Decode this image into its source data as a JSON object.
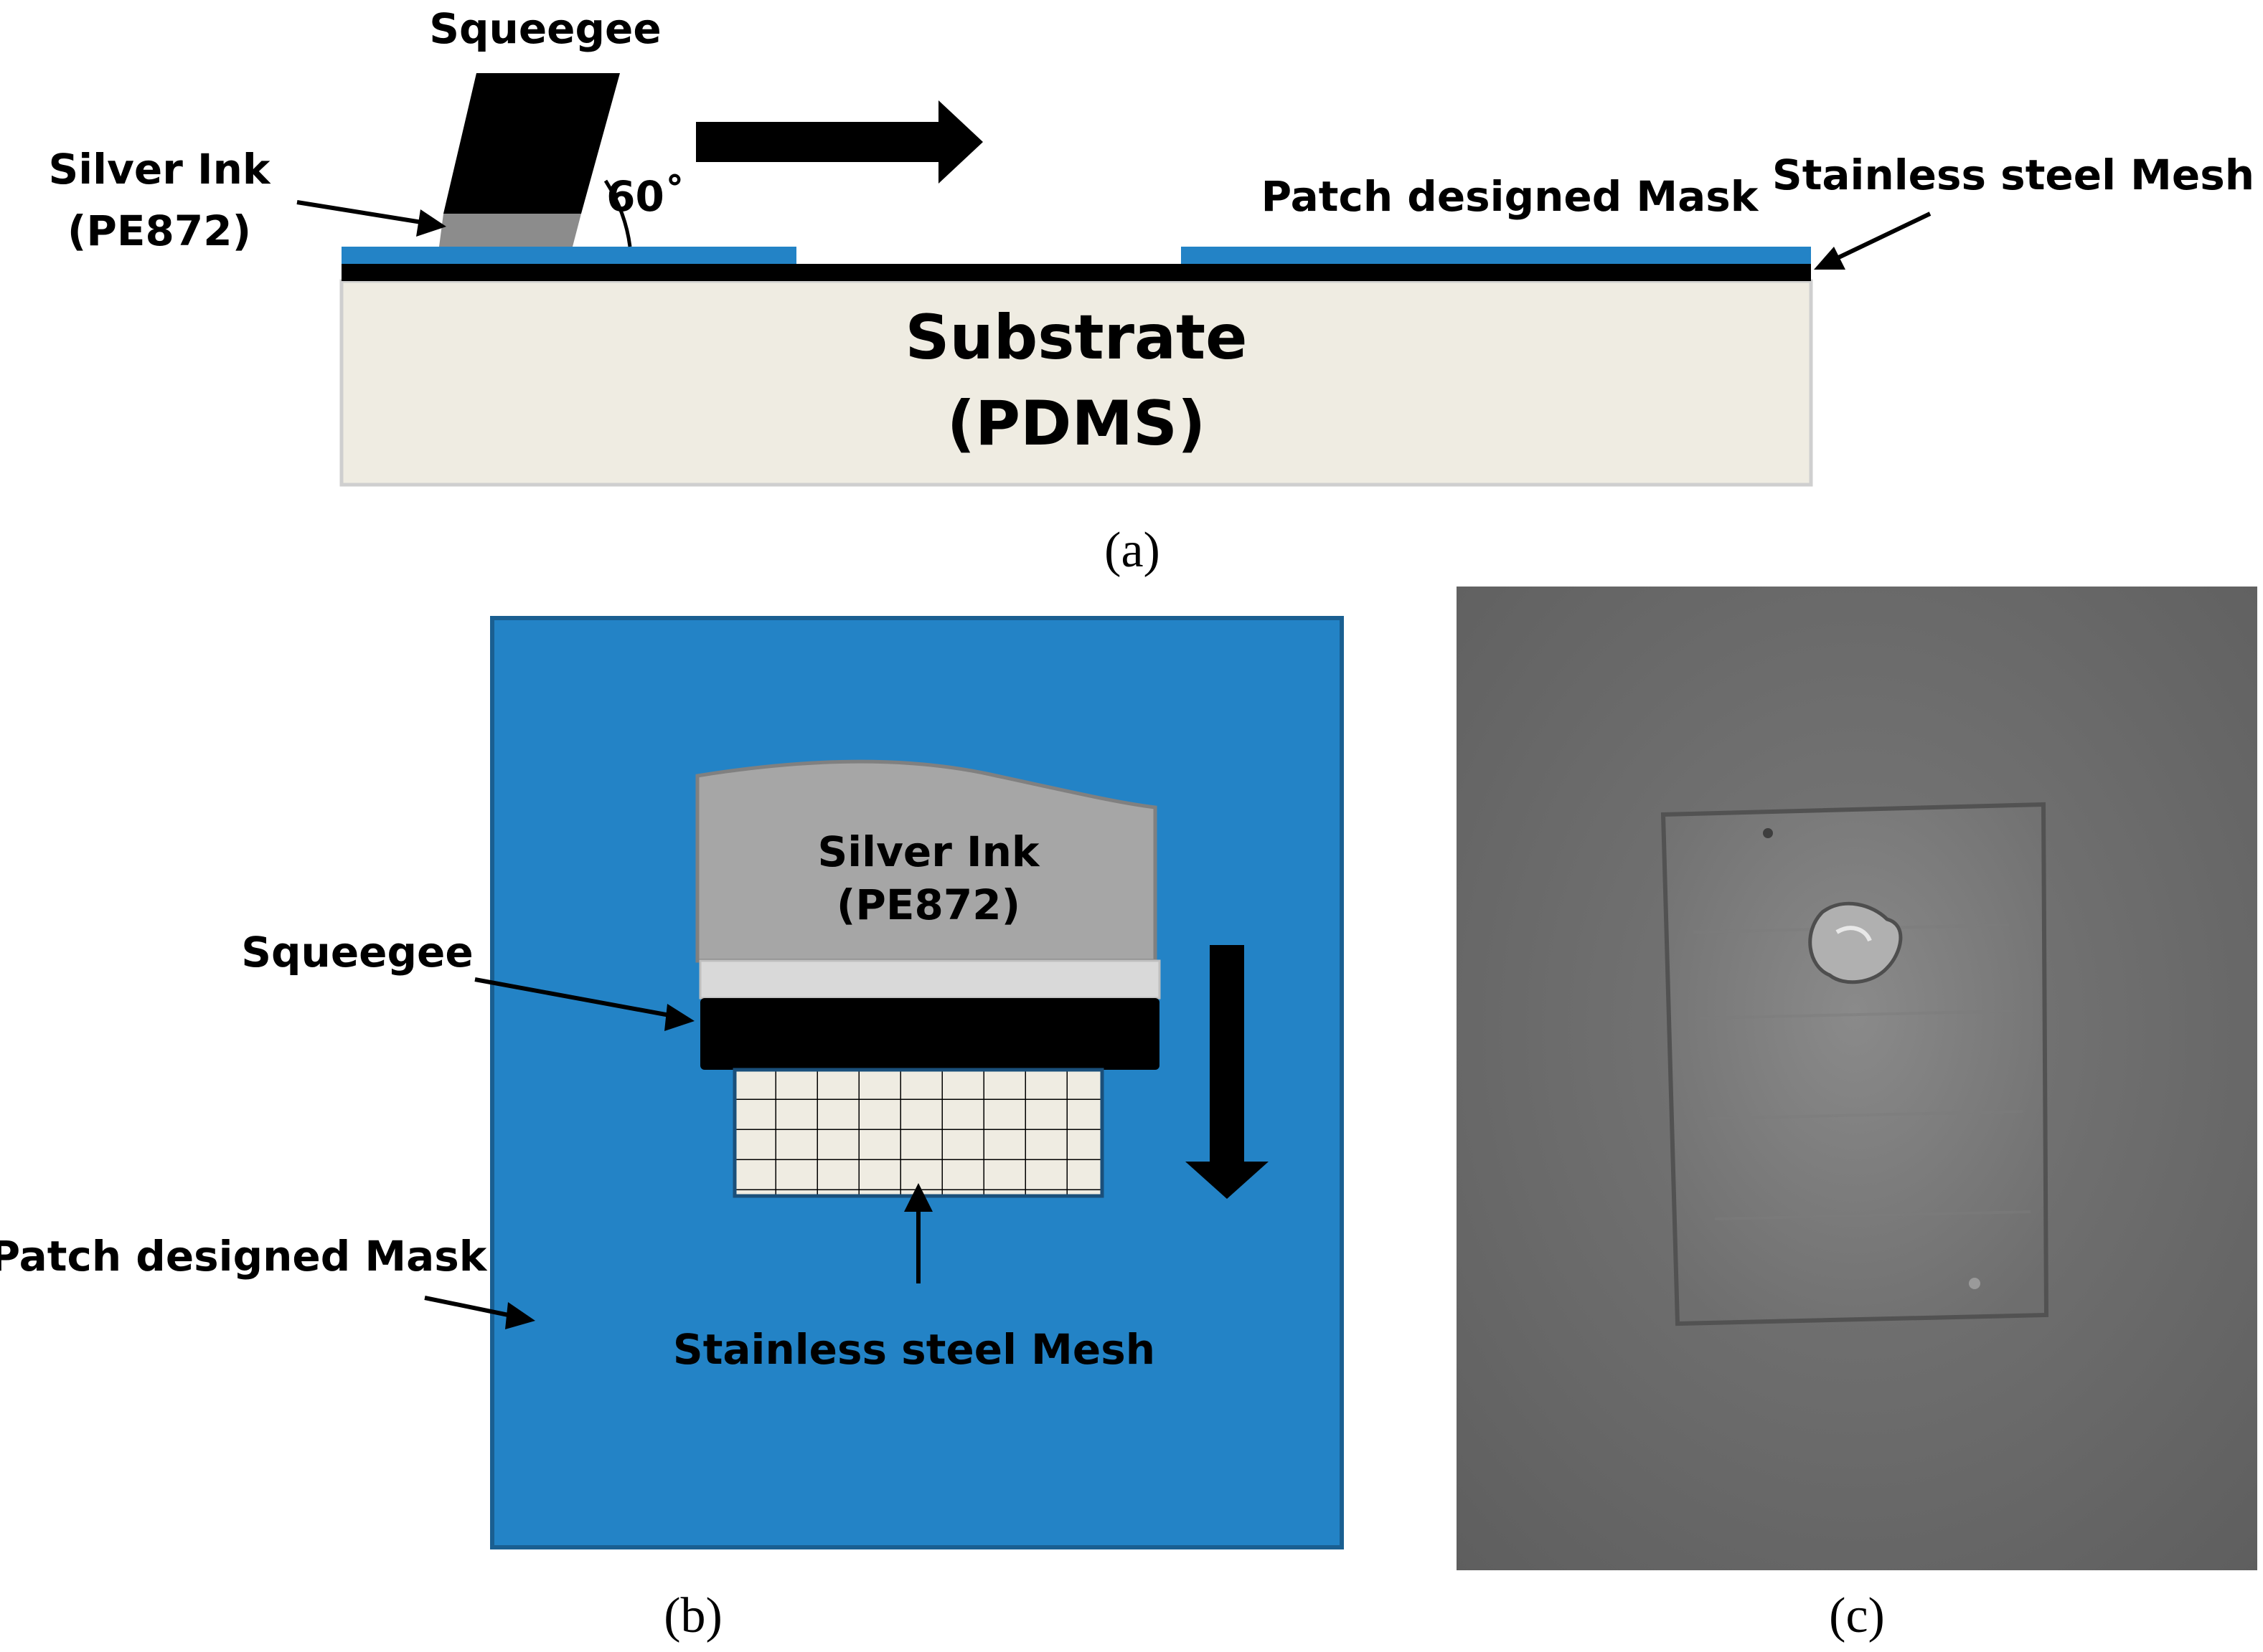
{
  "colors": {
    "mask_blue": "#2383c6",
    "mask_blue_dark": "#1a5f91",
    "substrate_fill": "#efece2",
    "ink_gray": "#8c8c8c",
    "ink_gray_light": "#a6a6a6",
    "squeegee_black": "#000000",
    "mesh_fill": "#efece2",
    "photo_gray": "#707070"
  },
  "panel_a": {
    "squeegee_label": "Squeegee",
    "silver_ink_label_line1": "Silver Ink",
    "silver_ink_label_line2": "(PE872)",
    "angle_label": "60˚",
    "mask_label": "Patch designed Mask",
    "mesh_label": "Stainless steel Mesh",
    "substrate_line1": "Substrate",
    "substrate_line2": "(PDMS)",
    "caption": "(a)"
  },
  "panel_b": {
    "silver_ink_line1": "Silver Ink",
    "silver_ink_line2": "(PE872)",
    "squeegee_label": "Squeegee",
    "mask_label": "Patch designed Mask",
    "mesh_label": "Stainless steel Mesh",
    "caption": "(b)"
  },
  "panel_c": {
    "caption": "(c)"
  }
}
